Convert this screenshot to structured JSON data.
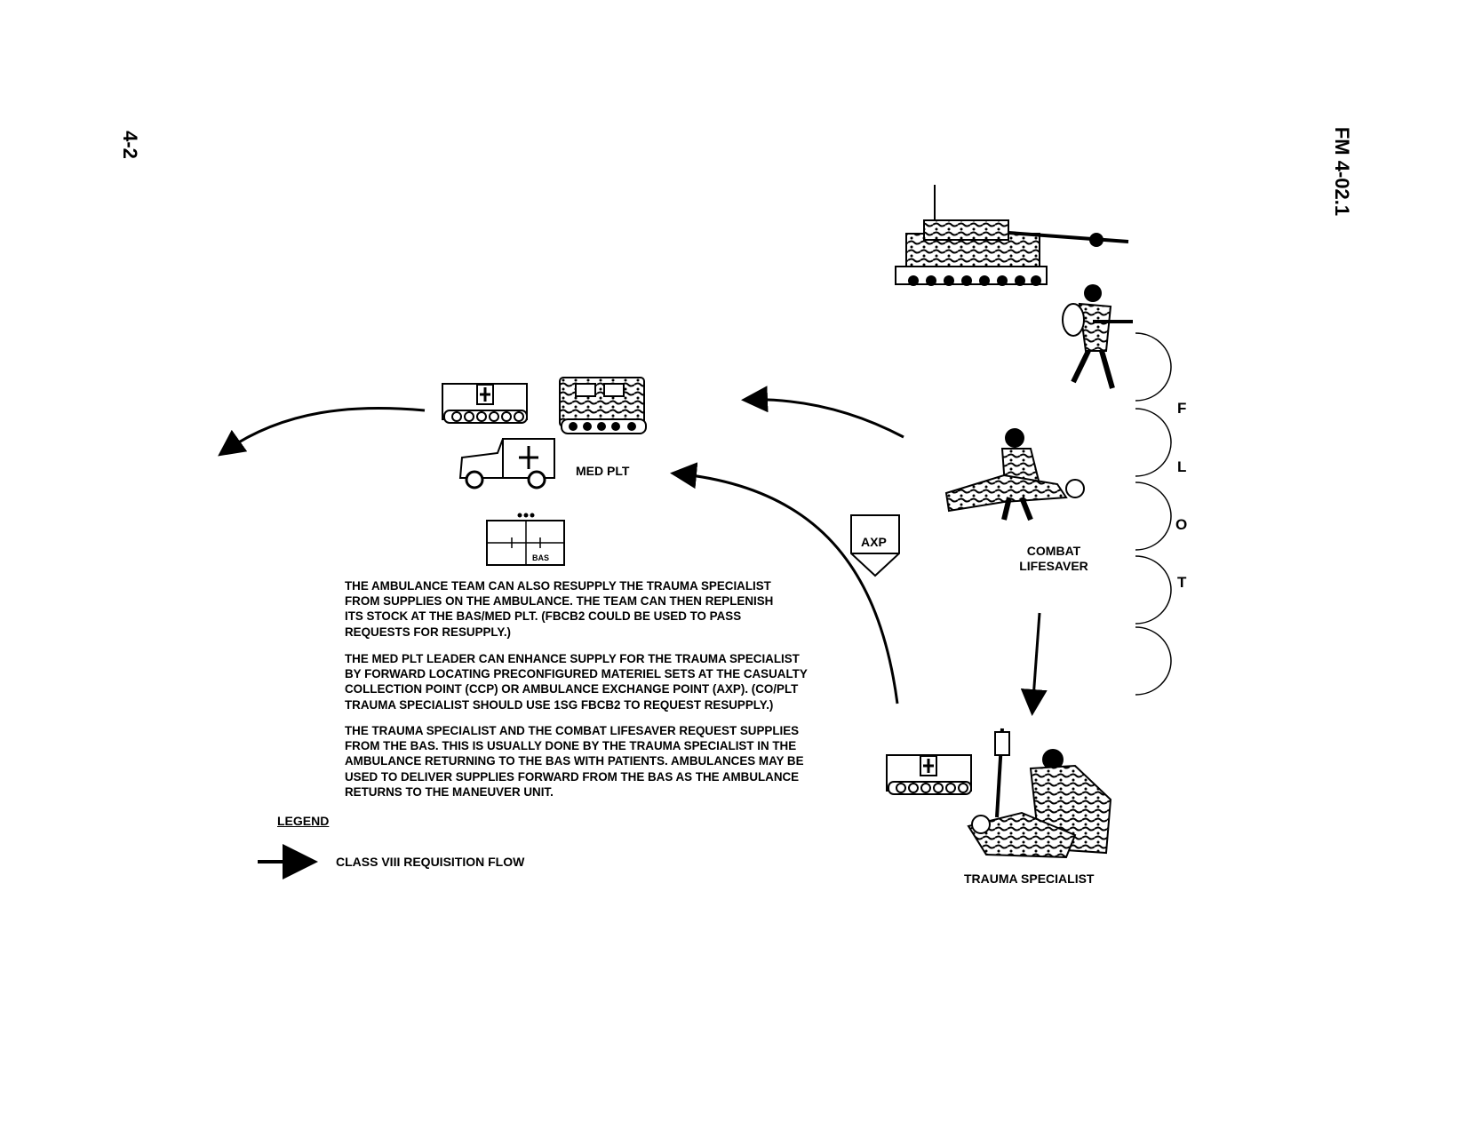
{
  "header": {
    "page_number": "4-2",
    "document_id": "FM 4-02.1"
  },
  "labels": {
    "med_plt": "MED PLT",
    "bas_symbol": "BAS",
    "axp": "AXP",
    "combat_lifesaver_1": "COMBAT",
    "combat_lifesaver_2": "LIFESAVER",
    "trauma_specialist": "TRAUMA SPECIALIST"
  },
  "flot": [
    "F",
    "L",
    "O",
    "T"
  ],
  "paragraphs": [
    {
      "lines": [
        "THE AMBULANCE TEAM CAN ALSO RESUPPLY THE TRAUMA SPECIALIST",
        "FROM SUPPLIES ON THE AMBULANCE.  THE TEAM CAN THEN REPLENISH",
        "ITS STOCK AT THE BAS/MED PLT. (FBCB2 COULD  BE USED TO PASS",
        "REQUESTS FOR RESUPPLY.)"
      ]
    },
    {
      "lines": [
        "THE MED PLT LEADER CAN ENHANCE SUPPLY FOR  THE TRAUMA SPECIALIST",
        "BY FORWARD LOCATING PRECONFIGURED MATERIEL SETS AT THE CASUALTY",
        "COLLECTION POINT (CCP) OR AMBULANCE EXCHANGE POINT (AXP). (CO/PLT",
        "TRAUMA SPECIALIST SHOULD USE 1SG FBCB2 TO REQUEST RESUPPLY.)"
      ]
    },
    {
      "lines": [
        "THE TRAUMA SPECIALIST AND THE COMBAT LIFESAVER REQUEST SUPPLIES",
        "FROM THE BAS.  THIS IS USUALLY DONE BY THE TRAUMA SPECIALIST IN THE",
        "AMBULANCE RETURNING TO THE BAS WITH PATIENTS.  AMBULANCES MAY BE",
        "USED TO DELIVER SUPPLIES FORWARD FROM THE BAS AS THE AMBULANCE",
        "RETURNS TO THE MANEUVER UNIT."
      ]
    }
  ],
  "legend": {
    "title": "LEGEND",
    "item": "CLASS VIII REQUISITION FLOW"
  },
  "icons": [
    "tank-icon",
    "soldier-rifle-icon",
    "tracked-ambulance-icon",
    "tracked-carrier-icon",
    "hmmwv-ambulance-icon",
    "combat-lifesaver-icon",
    "trauma-specialist-icon",
    "bas-unit-symbol",
    "axp-symbol"
  ]
}
